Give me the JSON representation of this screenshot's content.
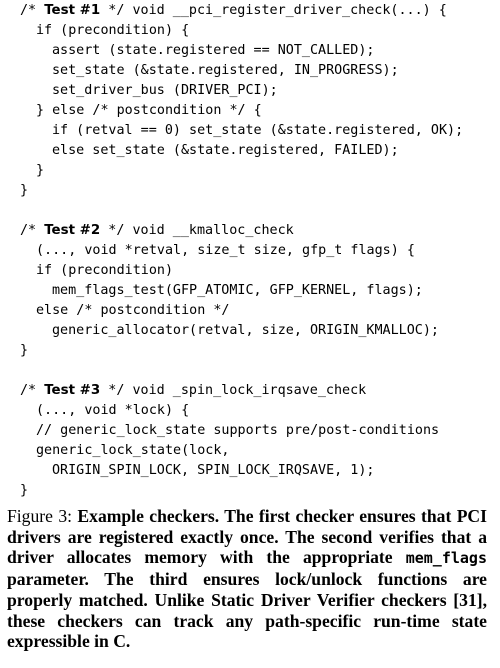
{
  "code": {
    "lines": [
      {
        "indent": 0,
        "pre": "/* ",
        "bold": "Test #1",
        "text": " */ void __pci_register_driver_check(...) {"
      },
      {
        "indent": 1,
        "text": "if (precondition) {"
      },
      {
        "indent": 2,
        "text": "assert (state.registered == NOT_CALLED);"
      },
      {
        "indent": 2,
        "text": "set_state (&state.registered, IN_PROGRESS);"
      },
      {
        "indent": 2,
        "text": "set_driver_bus (DRIVER_PCI);"
      },
      {
        "indent": 1,
        "text": "} else /* postcondition */ {"
      },
      {
        "indent": 2,
        "text": "if (retval == 0) set_state (&state.registered, OK);"
      },
      {
        "indent": 2,
        "text": "else set_state (&state.registered, FAILED);"
      },
      {
        "indent": 1,
        "text": "}"
      },
      {
        "indent": 0,
        "text": "}"
      },
      {
        "indent": 0,
        "text": ""
      },
      {
        "indent": 0,
        "pre": "/* ",
        "bold": "Test #2",
        "text": " */ void __kmalloc_check"
      },
      {
        "indent": 1,
        "text": "(..., void *retval, size_t size, gfp_t flags) {"
      },
      {
        "indent": 1,
        "text": "if (precondition)"
      },
      {
        "indent": 2,
        "text": "mem_flags_test(GFP_ATOMIC, GFP_KERNEL, flags);"
      },
      {
        "indent": 1,
        "text": "else /* postcondition */"
      },
      {
        "indent": 2,
        "text": "generic_allocator(retval, size, ORIGIN_KMALLOC);"
      },
      {
        "indent": 0,
        "text": "}"
      },
      {
        "indent": 0,
        "text": ""
      },
      {
        "indent": 0,
        "pre": "/* ",
        "bold": "Test #3",
        "text": " */ void _spin_lock_irqsave_check"
      },
      {
        "indent": 1,
        "text": "(..., void *lock) {"
      },
      {
        "indent": 1,
        "text": "// generic_lock_state supports pre/post-conditions"
      },
      {
        "indent": 1,
        "text": "generic_lock_state(lock,"
      },
      {
        "indent": 2,
        "text": "ORIGIN_SPIN_LOCK, SPIN_LOCK_IRQSAVE, 1);"
      },
      {
        "indent": 0,
        "text": "}"
      }
    ]
  },
  "caption": {
    "label": "Figure 3:",
    "text_part1": "Example checkers. The first checker ensures that PCI drivers are registered exactly once. The second verifies that a driver allocates memory with the appropriate",
    "mono": "mem_flags",
    "text_part2": "parameter. The third ensures lock/unlock functions are properly matched. Unlike Static Driver Verifier checkers [31], these checkers can track any path-specific run-time state expressible in C."
  }
}
